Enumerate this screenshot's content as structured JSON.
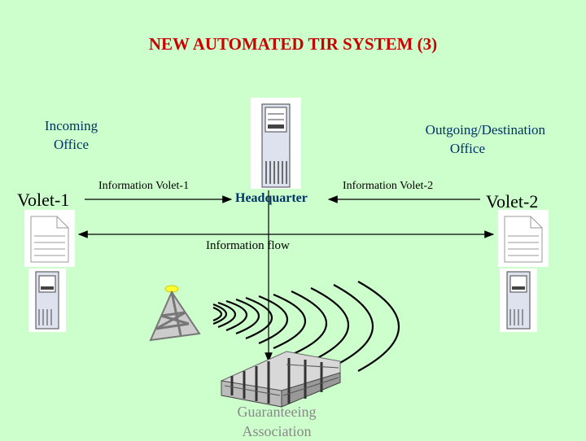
{
  "title": "NEW AUTOMATED TIR SYSTEM (3)",
  "incoming_office": [
    "Incoming",
    "Office"
  ],
  "outgoing_office": [
    "Outgoing/Destination",
    "Office"
  ],
  "volet1": "Volet-1",
  "volet2": "Volet-2",
  "info_volet1": "Information Volet-1",
  "info_volet2": "Information Volet-2",
  "headquarter": "Headquarter",
  "information_flow": "Information flow",
  "guaranteeing": [
    "Guaranteeing",
    "Association"
  ],
  "colors": {
    "background": "#ccffcc",
    "title": "#cc0000",
    "label": "#003366",
    "guarantee": "#888888"
  },
  "icons": [
    "server-tower-icon",
    "document-icon",
    "radio-tower-icon",
    "radio-waves-icon",
    "office-building-icon"
  ]
}
